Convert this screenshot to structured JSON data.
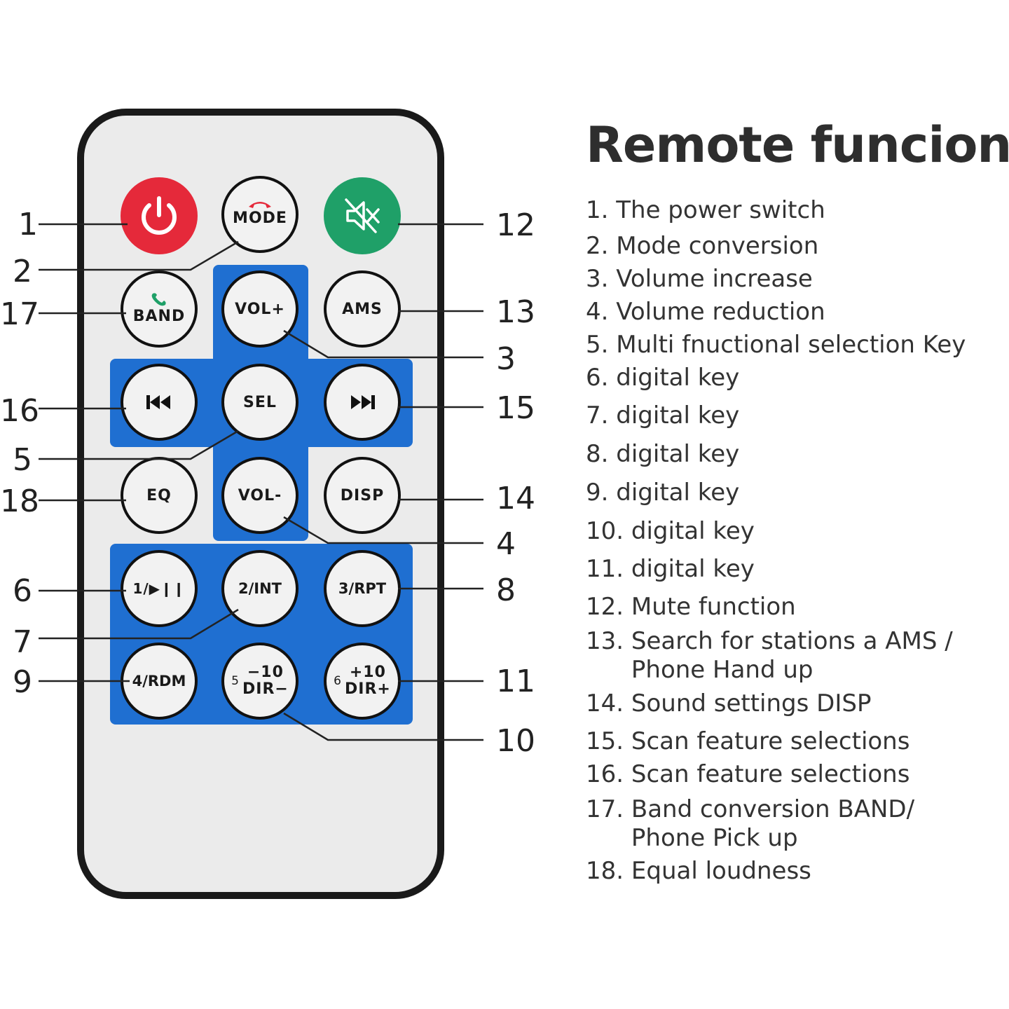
{
  "title": "Remote funcion",
  "buttons": {
    "mode": "MODE",
    "band": "BAND",
    "vol_up": "VOL+",
    "ams": "AMS",
    "sel": "SEL",
    "eq": "EQ",
    "vol_down": "VOL-",
    "disp": "DISP",
    "key1": "1/▶❙❙",
    "key2": "2/INT",
    "key3": "3/RPT",
    "key4": "4/RDM",
    "key5_num": "5",
    "key5_top": "−10",
    "key5_bottom": "DIR−",
    "key6_num": "6",
    "key6_top": "+10",
    "key6_bottom": "DIR+"
  },
  "callouts": {
    "n1": "1",
    "n2": "2",
    "n3": "3",
    "n4": "4",
    "n5": "5",
    "n6": "6",
    "n7": "7",
    "n8": "8",
    "n9": "9",
    "n10": "10",
    "n11": "11",
    "n12": "12",
    "n13": "13",
    "n14": "14",
    "n15": "15",
    "n16": "16",
    "n17": "17",
    "n18": "18"
  },
  "legend": [
    {
      "num": "1.",
      "text": "The power switch"
    },
    {
      "num": "2.",
      "text": "Mode conversion"
    },
    {
      "num": "3.",
      "text": "Volume increase"
    },
    {
      "num": "4.",
      "text": "Volume reduction"
    },
    {
      "num": "5.",
      "text": "Multi fnuctional selection Key"
    },
    {
      "num": "6.",
      "text": "digital key"
    },
    {
      "num": "7.",
      "text": "digital key"
    },
    {
      "num": "8.",
      "text": "digital key"
    },
    {
      "num": "9.",
      "text": "digital key"
    },
    {
      "num": "10.",
      "text": "digital key"
    },
    {
      "num": "11.",
      "text": "digital key"
    },
    {
      "num": "12.",
      "text": "Mute function"
    },
    {
      "num": "13.",
      "text": "Search for stations a AMS /\nPhone Hand up"
    },
    {
      "num": "14.",
      "text": "Sound settings DISP"
    },
    {
      "num": "15.",
      "text": "Scan feature selections"
    },
    {
      "num": "16.",
      "text": "Scan feature selections"
    },
    {
      "num": "17.",
      "text": "Band conversion BAND/\nPhone Pick up"
    },
    {
      "num": "18.",
      "text": "Equal loudness"
    }
  ],
  "colors": {
    "power": "#e5293a",
    "mute": "#1fa068",
    "panel": "#1f6fd1"
  },
  "icons": {
    "power": "power-icon",
    "mute": "mute-speaker-icon",
    "mode": "phone-hangup-icon",
    "band": "phone-pickup-icon",
    "prev": "skip-previous-icon",
    "next": "skip-next-icon"
  }
}
